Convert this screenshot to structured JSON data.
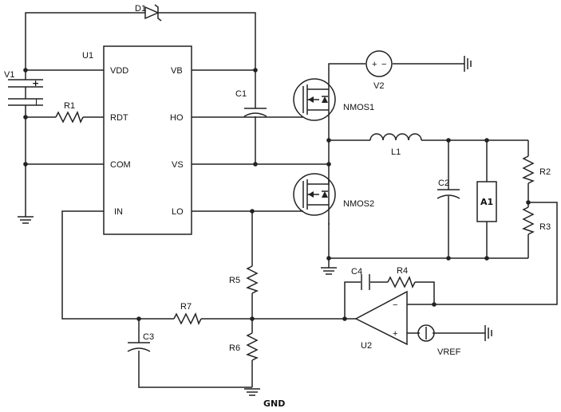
{
  "labels": {
    "d1": "D1",
    "u1": "U1",
    "v1": "V1",
    "r1": "R1",
    "vdd": "VDD",
    "rdt": "RDT",
    "com": "COM",
    "in": "IN",
    "vb": "VB",
    "ho": "HO",
    "vs": "VS",
    "lo": "LO",
    "c1": "C1",
    "nmos1": "NMOS1",
    "nmos2": "NMOS2",
    "v2": "V2",
    "l1": "L1",
    "c2": "C2",
    "a1": "A1",
    "r2": "R2",
    "r3": "R3",
    "c4": "C4",
    "r4": "R4",
    "r5": "R5",
    "r6": "R6",
    "r7": "R7",
    "c3": "C3",
    "u2": "U2",
    "vref": "VREF",
    "gnd": "GND",
    "plus": "+",
    "minus": "−"
  },
  "colors": {
    "wire": "#222222",
    "background": "#ffffff"
  }
}
